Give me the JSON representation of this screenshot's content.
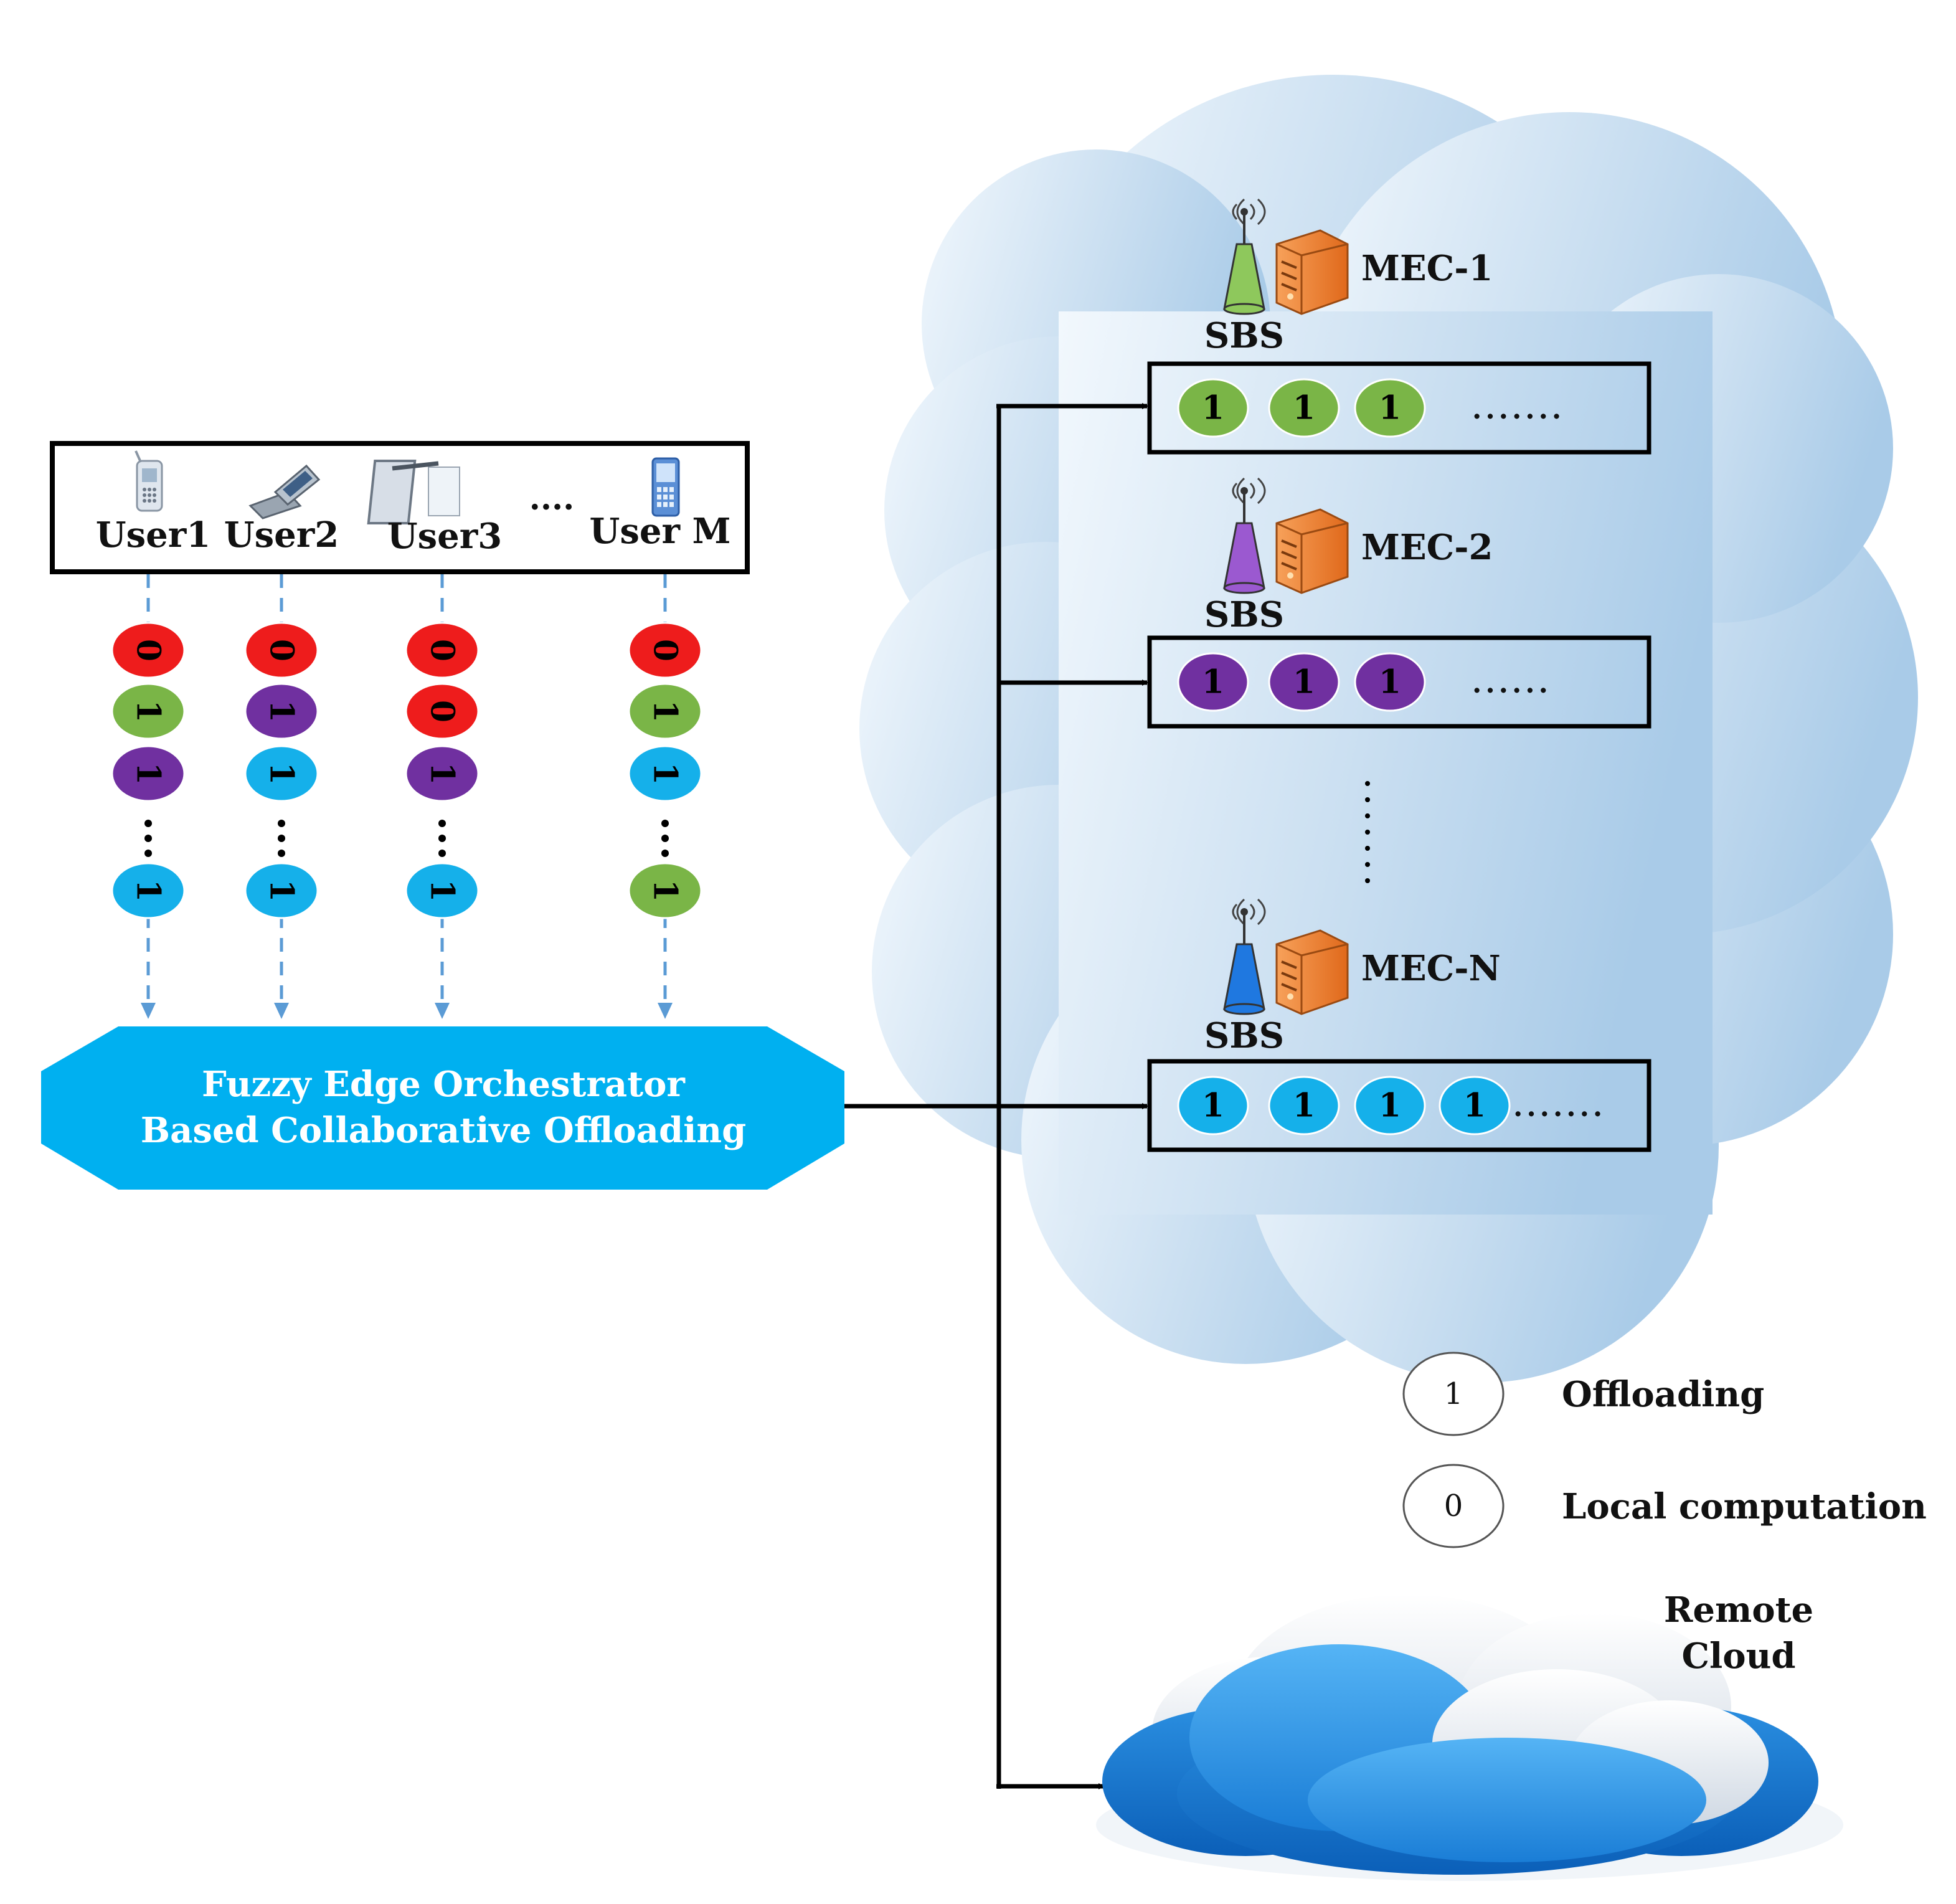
{
  "users": [
    {
      "label": "User1",
      "icon": "mobile-phone-icon",
      "tasks": [
        "0",
        "1",
        "1",
        "1"
      ],
      "colors": [
        "red",
        "green",
        "purple",
        "blue"
      ]
    },
    {
      "label": "User2",
      "icon": "flip-phone-icon",
      "tasks": [
        "0",
        "1",
        "1",
        "1"
      ],
      "colors": [
        "red",
        "purple",
        "blue",
        "blue"
      ]
    },
    {
      "label": "User3",
      "icon": "tablet-icon",
      "tasks": [
        "0",
        "0",
        "1",
        "1"
      ],
      "colors": [
        "red",
        "red",
        "purple",
        "blue"
      ]
    },
    {
      "label": "User M",
      "icon": "smartphone-icon",
      "tasks": [
        "0",
        "1",
        "1",
        "1"
      ],
      "colors": [
        "red",
        "green",
        "blue",
        "green"
      ]
    }
  ],
  "users_ellipsis": "....",
  "orchestrator": {
    "line1": "Fuzzy Edge Orchestrator",
    "line2": "Based Collaborative Offloading"
  },
  "mec_servers": [
    {
      "name": "MEC-1",
      "sbs": "SBS",
      "color": "green",
      "queue": [
        "1",
        "1",
        "1"
      ],
      "more": "......."
    },
    {
      "name": "MEC-2",
      "sbs": "SBS",
      "color": "purple",
      "queue": [
        "1",
        "1",
        "1"
      ],
      "more": "......"
    },
    {
      "name": "MEC-N",
      "sbs": "SBS",
      "color": "blue",
      "queue": [
        "1",
        "1",
        "1",
        "1"
      ],
      "more": "......."
    }
  ],
  "legend": [
    {
      "symbol": "1",
      "label": "Offloading"
    },
    {
      "symbol": "0",
      "label": "Local computation"
    }
  ],
  "remote_cloud": {
    "line1": "Remote",
    "line2": "Cloud"
  },
  "colors": {
    "red": "#ee1c1c",
    "green": "#7ab547",
    "purple": "#7030a0",
    "blue": "#15b0ea",
    "orchestrator": "#00b0f0",
    "dashed": "#5b9bd5",
    "mec_green": "#8ec85c",
    "mec_purple": "#9b59d0",
    "mec_blue": "#1f78e0",
    "server": "#f07e26"
  }
}
